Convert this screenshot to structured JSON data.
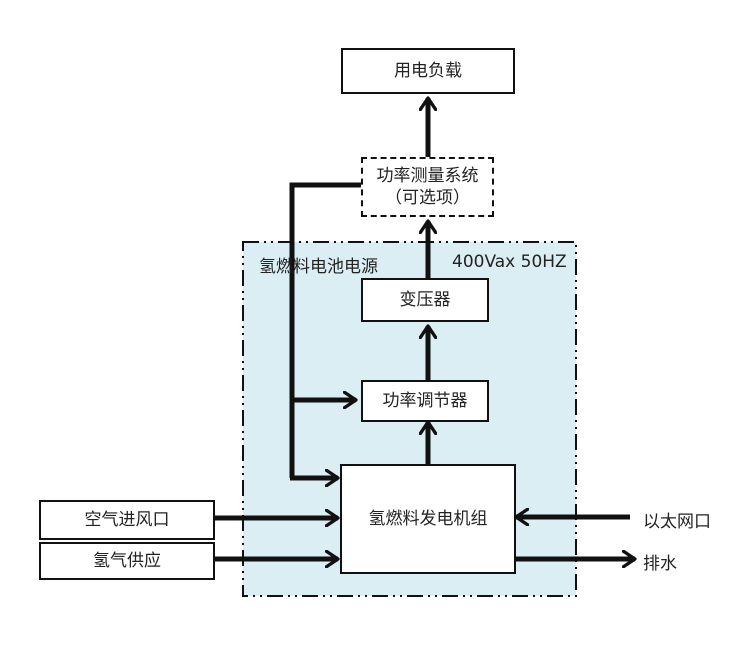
{
  "diagram": {
    "region": {
      "title": "氢燃料电池电源",
      "spec": "400Vax  50HZ",
      "fill_color": "#dbeef4"
    },
    "nodes": {
      "load": "用电负载",
      "power_meter_line1": "功率测量系统",
      "power_meter_line2": "（可选项）",
      "transformer": "变压器",
      "power_conditioner": "功率调节器",
      "generator": "氢燃料发电机组",
      "air_inlet": "空气进风口",
      "hydrogen_supply": "氢气供应",
      "ethernet": "以太网口",
      "drain": "排水"
    },
    "edges": [
      {
        "from": "功率测量系统",
        "to": "用电负载"
      },
      {
        "from": "变压器",
        "to": "功率测量系统"
      },
      {
        "from": "功率调节器",
        "to": "变压器"
      },
      {
        "from": "氢燃料发电机组",
        "to": "功率调节器"
      },
      {
        "from": "功率测量系统",
        "to": "功率调节器"
      },
      {
        "from": "功率测量系统",
        "to": "氢燃料发电机组"
      },
      {
        "from": "空气进风口",
        "to": "氢燃料发电机组"
      },
      {
        "from": "氢气供应",
        "to": "氢燃料发电机组"
      },
      {
        "from": "以太网口",
        "to": "氢燃料发电机组"
      },
      {
        "from": "氢燃料发电机组",
        "to": "排水"
      }
    ]
  }
}
